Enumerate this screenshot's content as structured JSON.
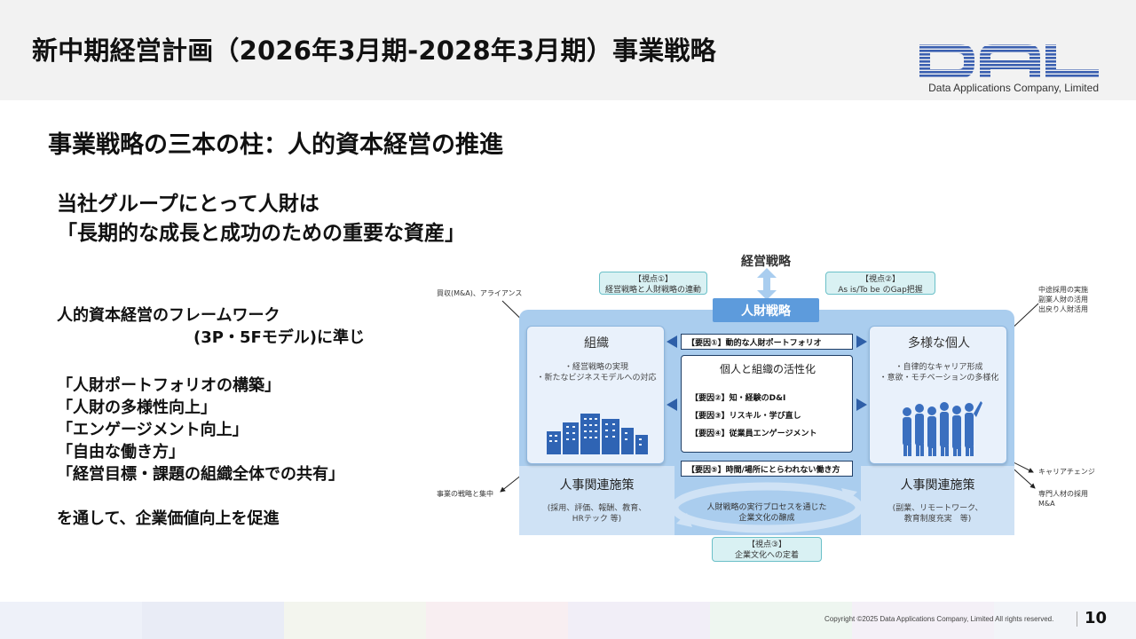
{
  "header": {
    "title": "新中期経営計画（2026年3月期-2028年3月期）事業戦略",
    "logo_text": "DAL",
    "logo_subtitle": "Data Applications Company, Limited",
    "brand_color": "#3a5fb0"
  },
  "section_title": "事業戦略の三本の柱：人的資本経営の推進",
  "lead": {
    "line1": "当社グループにとって人財は",
    "line2": "「長期的な成長と成功のための重要な資産」"
  },
  "framework": {
    "line1": "人的資本経営のフレームワーク",
    "line2": "(3P・5Fモデル)に準じ"
  },
  "items": [
    "「人財ポートフォリオの構築」",
    "「人財の多様性向上」",
    "「エンゲージメント向上」",
    "「自由な働き方」",
    "「経営目標・課題の組織全体での共有」"
  ],
  "closing": "を通して、企業価値向上を促進",
  "diagram": {
    "top_label": "経営戦略",
    "viewpoint1": {
      "title": "【視点①】",
      "text": "経営戦略と人財戦略の連動"
    },
    "viewpoint2": {
      "title": "【視点②】",
      "text": "As is/To be のGap把握"
    },
    "viewpoint3": {
      "title": "【視点③】",
      "text": "企業文化への定着"
    },
    "jinzai_senryaku": "人財戦略",
    "soshiki": {
      "title": "組織",
      "bullets": [
        "・経営戦略の実現",
        "・新たなビジネスモデルへの対応"
      ]
    },
    "tayo_kojin": {
      "title": "多様な個人",
      "bullets": [
        "・自律的なキャリア形成",
        "・意欲・モチベーションの多様化"
      ]
    },
    "factor1": "【要因①】動的な人財ポートフォリオ",
    "center_title": "個人と組織の活性化",
    "factor2": "【要因②】知・経験のD&I",
    "factor3": "【要因③】リスキル・学び直し",
    "factor4": "【要因④】従業員エンゲージメント",
    "factor5": "【要因⑤】時間/場所にとらわれない働き方",
    "hr_left": {
      "title": "人事関連施策",
      "line1": "(採用、評価、報酬、教育、",
      "line2": "HRテック 等)"
    },
    "hr_right": {
      "title": "人事関連施策",
      "line1": "(副業、リモートワーク、",
      "line2": "教育制度充実　等)"
    },
    "process_line1": "人財戦略の実行プロセスを通じた",
    "process_line2": "企業文化の醸成",
    "note_top_left": "買収(M&A)、アライアンス",
    "note_bottom_left": "事業の戦略と集中",
    "note_top_right": [
      "中途採用の実施",
      "副業人財の活用",
      "出戻り人財活用"
    ],
    "note_mid_right": "キャリアチェンジ",
    "note_bottom_right": [
      "専門人材の採用",
      "M&A"
    ]
  },
  "footer": {
    "copyright": "Copyright ©2025 Data Applications Company, Limited All rights reserved.",
    "page_number": "10"
  }
}
